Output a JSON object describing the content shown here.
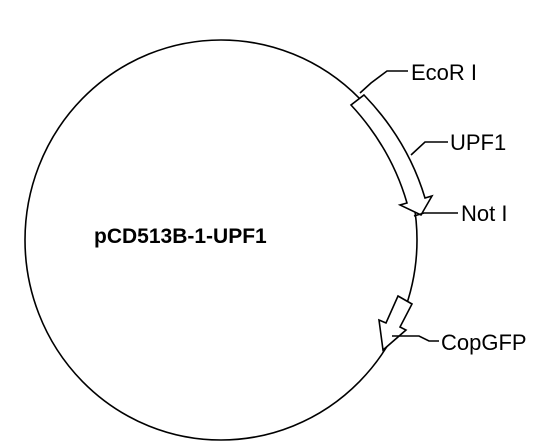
{
  "plasmid": {
    "name": "pCD513B-1-UPF1"
  },
  "features": [
    {
      "name": "UPF1",
      "type": "gene-arrow",
      "direction": "clockwise"
    },
    {
      "name": "CopGFP",
      "type": "gene-arrow",
      "direction": "clockwise"
    }
  ],
  "sites": [
    {
      "name": "EcoR I",
      "type": "restriction-site"
    },
    {
      "name": "Not I",
      "type": "restriction-site"
    }
  ],
  "labels": {
    "ecori": "EcoR I",
    "upf1": "UPF1",
    "noti": "Not I",
    "copgfp": "CopGFP"
  },
  "style": {
    "line_color": "#000000",
    "background": "#ffffff"
  }
}
